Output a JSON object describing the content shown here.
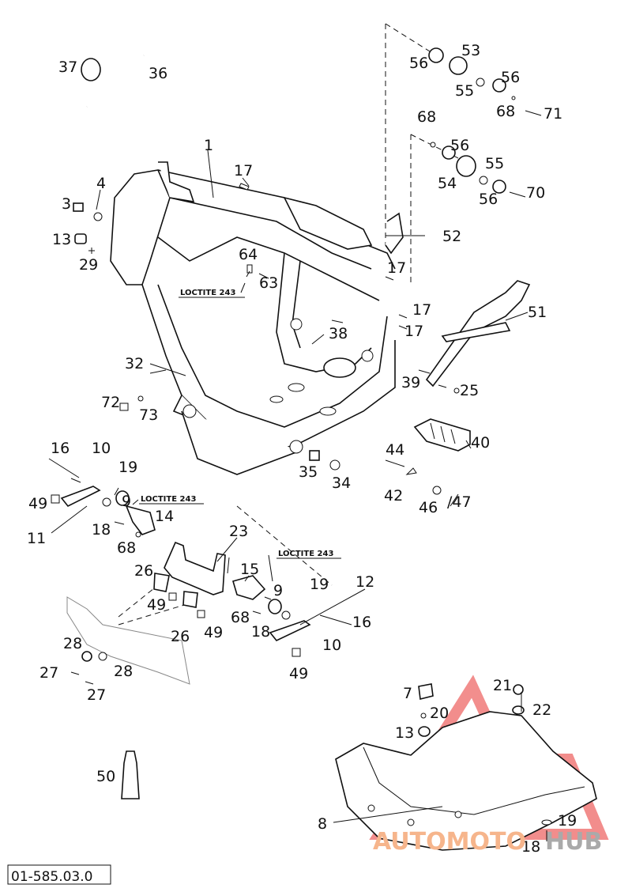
{
  "callouts": [
    "1",
    "3",
    "4",
    "13",
    "29",
    "17",
    "37",
    "36",
    "56",
    "53",
    "55",
    "56",
    "68",
    "71",
    "68",
    "56",
    "55",
    "54",
    "56",
    "70",
    "52",
    "64",
    "63",
    "17",
    "17",
    "17",
    "51",
    "38",
    "32",
    "39",
    "25",
    "72",
    "73",
    "16",
    "10",
    "19",
    "49",
    "11",
    "9",
    "14",
    "18",
    "68",
    "35",
    "34",
    "44",
    "42",
    "46",
    "/47",
    "40",
    "23",
    "26",
    "49",
    "26",
    "49",
    "15",
    "9",
    "19",
    "12",
    "68",
    "18",
    "16",
    "10",
    "49",
    "28",
    "27",
    "28",
    "27",
    "7",
    "20",
    "13",
    "21",
    "22",
    "50",
    "8",
    "19",
    "18"
  ],
  "notes": [
    "LOCTITE 243",
    "LOCTITE 243",
    "LOCTITE 243"
  ],
  "drawing_number": "01-585.03.0",
  "watermark": {
    "part1": "AUTOMOTO",
    "part2": "HUB"
  }
}
